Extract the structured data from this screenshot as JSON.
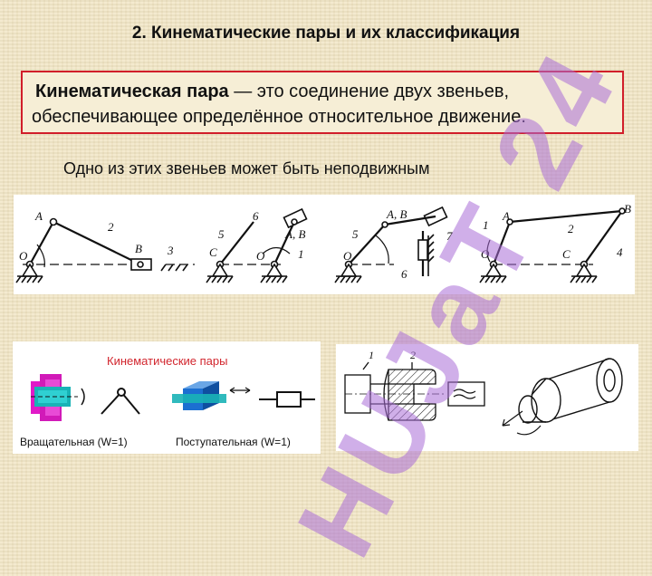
{
  "slide": {
    "title": "2. Кинематические пары и их классификация",
    "definition": {
      "term": "Кинематическая пара",
      "rest_line1": " — это соединение двух звеньев,",
      "line2": "обеспечивающее определённое относительное движение."
    },
    "note": "Одно из этих звеньев может быть неподвижным"
  },
  "mechanisms_figure": {
    "fig1": {
      "A": "A",
      "O": "O",
      "B": "B",
      "n2": "2",
      "n3": "3"
    },
    "fig2": {
      "n6": "6",
      "n5": "5",
      "C": "C",
      "AB": "A, B",
      "O": "O",
      "n1": "1"
    },
    "fig3": {
      "AB": "A, B",
      "n5": "5",
      "O": "O",
      "n7": "7",
      "n6": "6"
    },
    "fig4": {
      "n1": "1",
      "A": "A",
      "n2": "2",
      "B": "B",
      "O": "O",
      "C": "C",
      "n4": "4"
    }
  },
  "pairs_figure": {
    "title": "Кинематические пары",
    "rotational": "Вращательная (W=1)",
    "translational": "Поступательная (W=1)",
    "colors": {
      "title": "#d2262e",
      "magenta": "#e11ac8",
      "teal": "#19b3b6",
      "blue": "#1c6fd1"
    }
  },
  "joints_figure": {
    "n1": "1",
    "n2": "2"
  },
  "watermark": "HUJaT 24"
}
